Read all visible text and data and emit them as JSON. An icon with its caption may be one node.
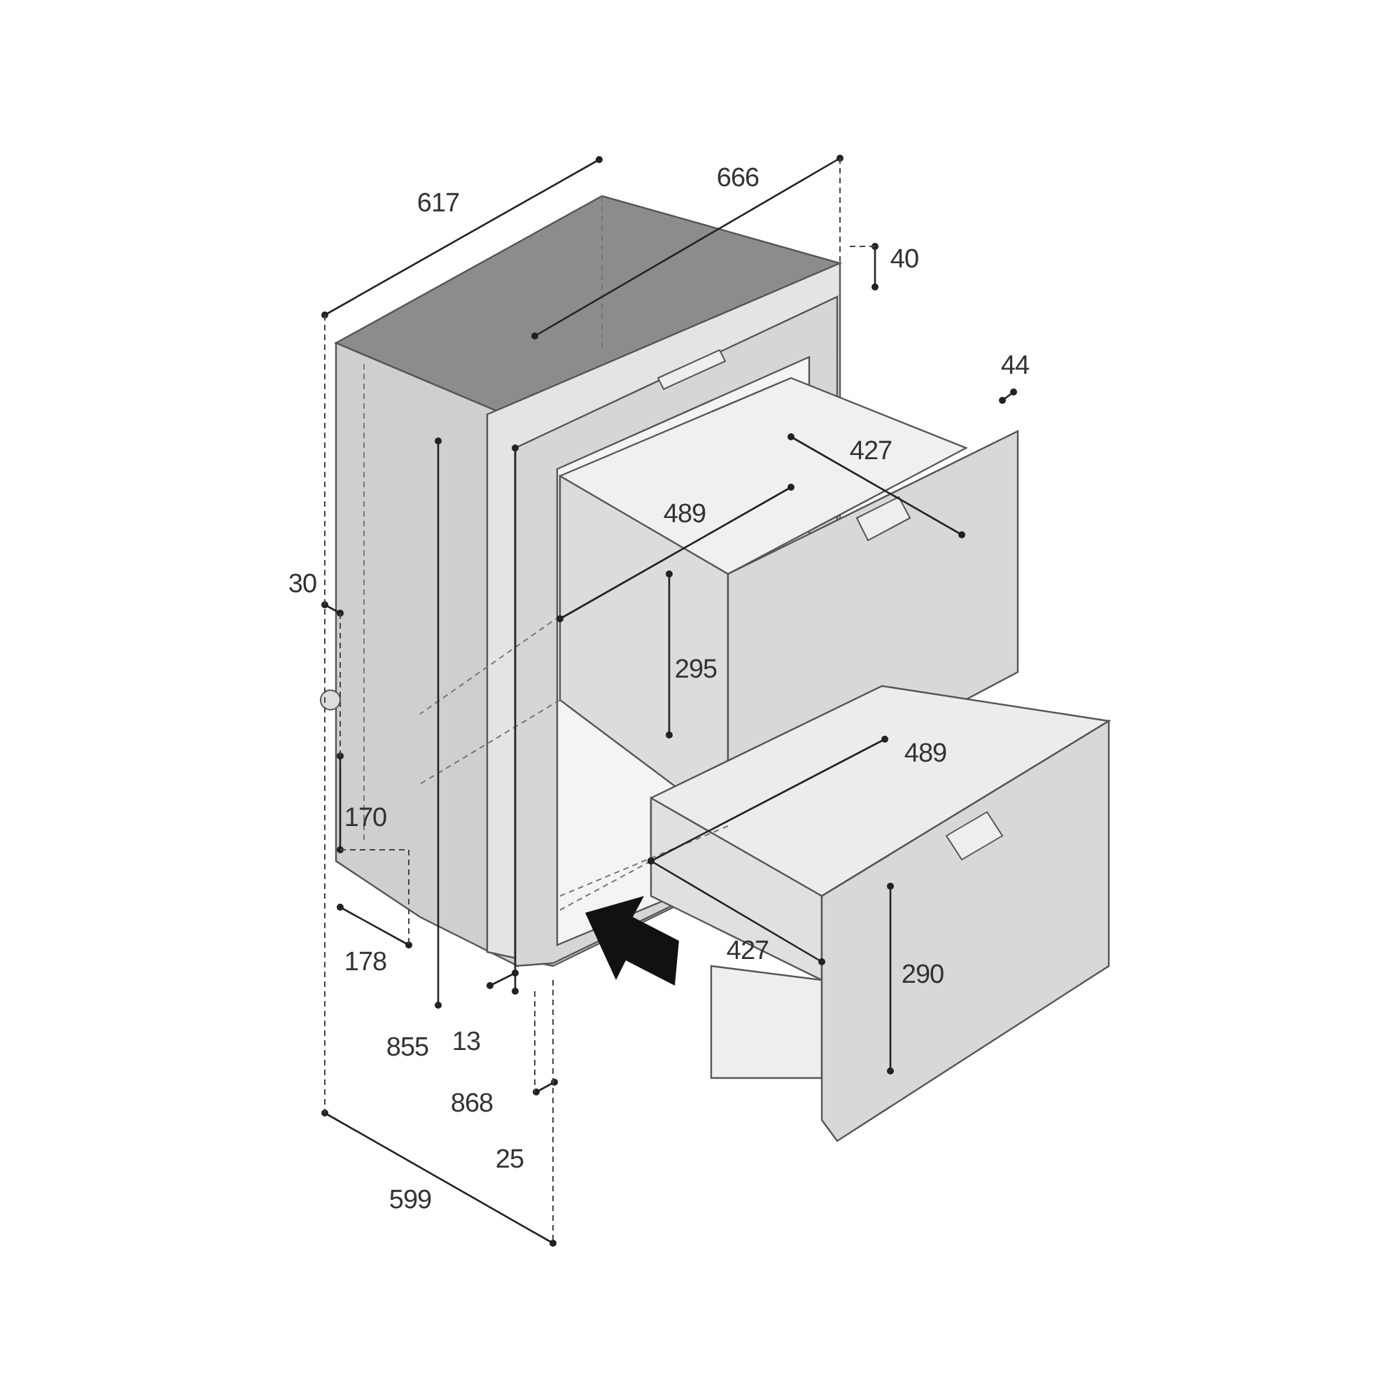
{
  "diagram": {
    "labels": [
      "617",
      "666",
      "40",
      "44",
      "427",
      "489",
      "30",
      "295",
      "489",
      "170",
      "178",
      "427",
      "290",
      "855",
      "13",
      "868",
      "25",
      "599"
    ]
  }
}
